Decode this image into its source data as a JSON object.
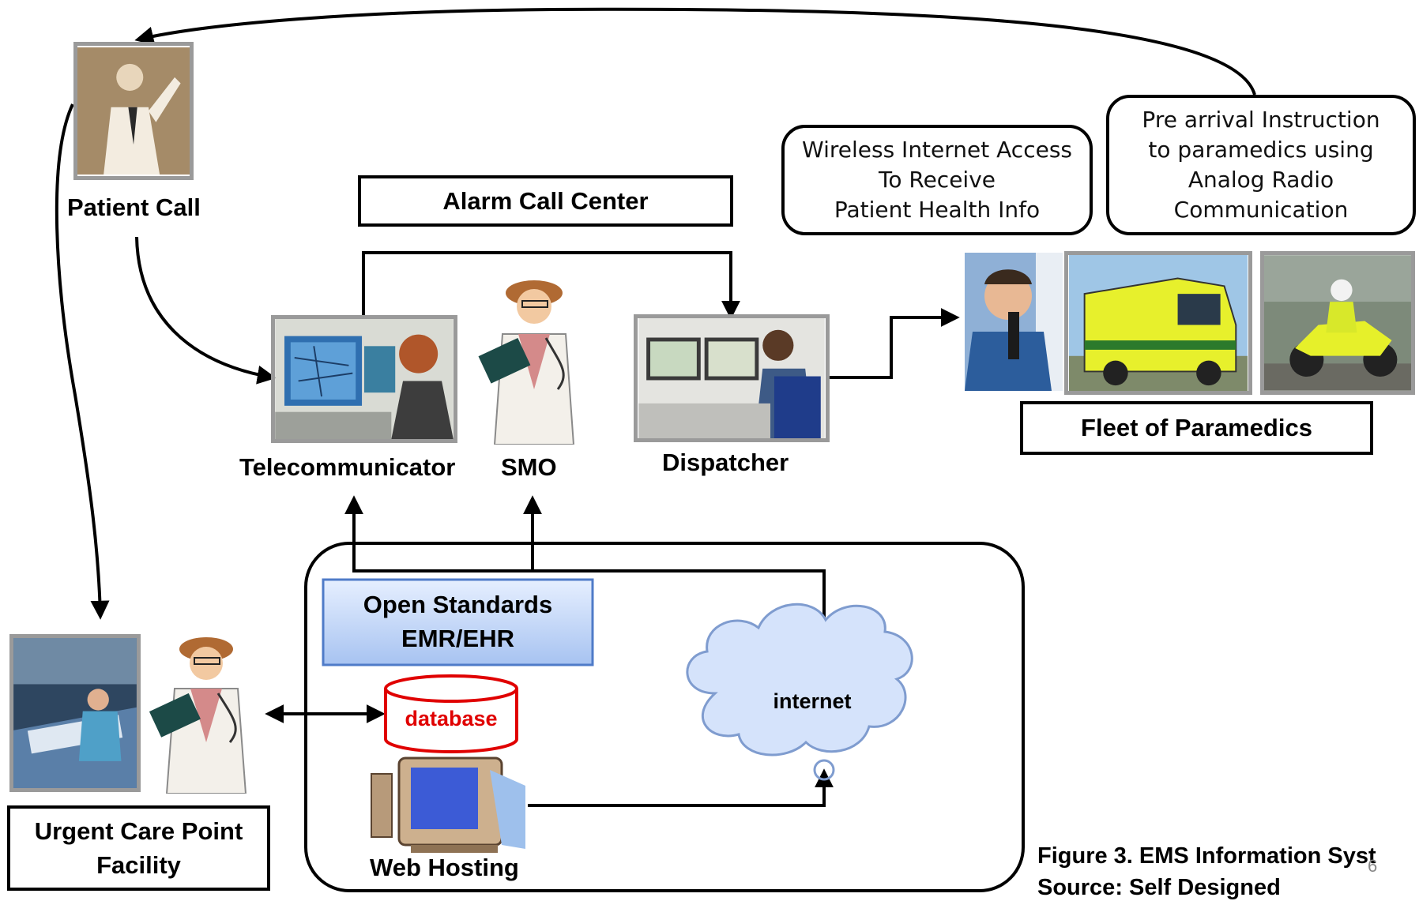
{
  "labels": {
    "patient_call": "Patient Call",
    "alarm_call_center": "Alarm Call Center",
    "telecommunicator": "Telecommunicator",
    "smo": "SMO",
    "dispatcher": "Dispatcher",
    "fleet_of_paramedics": "Fleet of Paramedics",
    "open_standards_line1": "Open Standards",
    "open_standards_line2": "EMR/EHR",
    "database": "database",
    "internet": "internet",
    "web_hosting": "Web Hosting",
    "urgent_care_line1": "Urgent Care Point",
    "urgent_care_line2": "Facility",
    "figure_caption_line1": "Figure 3.  EMS Information Syst",
    "figure_caption_line2": "Source: Self Designed",
    "page_number": "6"
  },
  "callouts": {
    "wireless": [
      "Wireless Internet Access",
      "To Receive",
      "Patient Health Info"
    ],
    "pre_arrival": [
      "Pre arrival  Instruction",
      "to paramedics using",
      "Analog Radio",
      "Communication"
    ]
  },
  "colors": {
    "database_text": "#e00000",
    "database_stroke": "#e00000",
    "cloud_fill": "#d5e3fb",
    "cloud_stroke": "#7f9ccf",
    "emr_gradient_top": "#e6efff",
    "emr_gradient_bottom": "#a7c3f1",
    "emr_border": "#4f7bc8"
  }
}
